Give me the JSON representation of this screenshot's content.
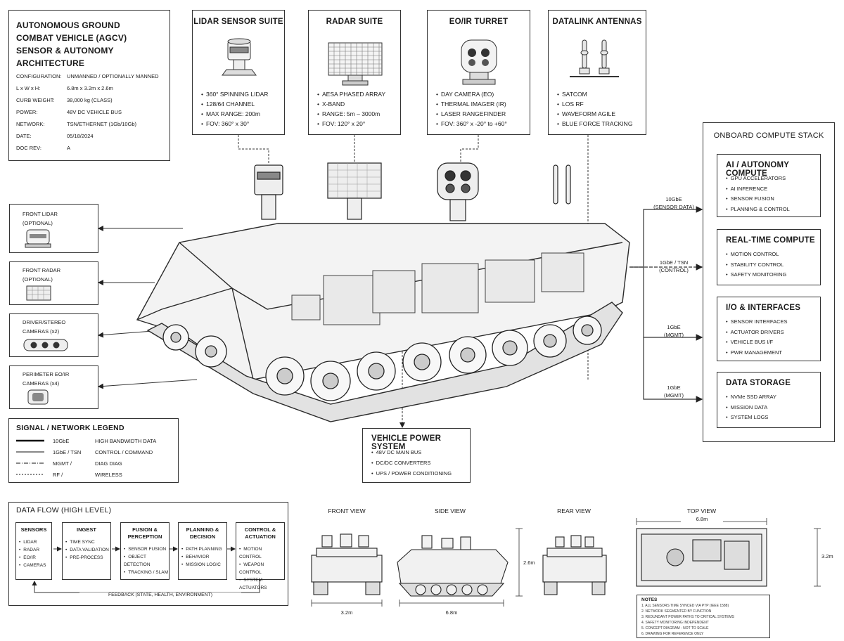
{
  "title": {
    "lines": [
      "AUTONOMOUS GROUND",
      "COMBAT VEHICLE (AGCV)",
      "SENSOR & AUTONOMY ARCHITECTURE"
    ],
    "specs": [
      {
        "k": "CONFIGURATION:",
        "v": "UNMANNED / OPTIONALLY MANNED"
      },
      {
        "k": "L x W x H:",
        "v": "6.8m x 3.2m x 2.6m"
      },
      {
        "k": "CURB WEIGHT:",
        "v": "38,000 kg (CLASS)"
      },
      {
        "k": "POWER:",
        "v": "48V DC VEHICLE BUS"
      },
      {
        "k": "NETWORK:",
        "v": "TSN/ETHERNET (1Gb/10Gb)"
      },
      {
        "k": "DATE:",
        "v": "05/18/2024"
      },
      {
        "k": "DOC REV:",
        "v": "A"
      }
    ]
  },
  "top_sensors": [
    {
      "title": "LIDAR SENSOR SUITE",
      "items": [
        "360° SPINNING LIDAR",
        "128/64 CHANNEL",
        "MAX RANGE: 200m",
        "FOV: 360° x 30°"
      ]
    },
    {
      "title": "RADAR SUITE",
      "items": [
        "AESA PHASED ARRAY",
        "X-BAND",
        "RANGE: 5m – 3000m",
        "FOV: 120° x 20°"
      ]
    },
    {
      "title": "EO/IR TURRET",
      "items": [
        "DAY CAMERA (EO)",
        "THERMAL IMAGER (IR)",
        "LASER RANGEFINDER",
        "FOV: 360° x -20° to +60°"
      ]
    },
    {
      "title": "DATALINK ANTENNAS",
      "items": [
        "SATCOM",
        "LOS RF",
        "WAVEFORM AGILE",
        "BLUE FORCE TRACKING"
      ]
    }
  ],
  "left_sensors": [
    {
      "label": "FRONT LIDAR\n(OPTIONAL)"
    },
    {
      "label": "FRONT RADAR\n(OPTIONAL)"
    },
    {
      "label": "DRIVER/STEREO\nCAMERAS (x2)"
    },
    {
      "label": "PERIMETER EO/IR\nCAMERAS (x4)"
    }
  ],
  "compute": {
    "title": "ONBOARD COMPUTE STACK",
    "sections": [
      {
        "title": "AI / AUTONOMY COMPUTE",
        "items": [
          "GPU ACCELERATORS",
          "AI INFERENCE",
          "SENSOR FUSION",
          "PLANNING & CONTROL"
        ]
      },
      {
        "title": "REAL-TIME COMPUTE",
        "items": [
          "MOTION CONTROL",
          "STABILITY CONTROL",
          "SAFETY MONITORING"
        ]
      },
      {
        "title": "I/O & INTERFACES",
        "items": [
          "SENSOR INTERFACES",
          "ACTUATOR DRIVERS",
          "VEHICLE BUS I/F",
          "PWR MANAGEMENT"
        ]
      },
      {
        "title": "DATA STORAGE",
        "items": [
          "NVMe SSD ARRAY",
          "MISSION DATA",
          "SYSTEM LOGS"
        ]
      }
    ]
  },
  "links": [
    {
      "line1": "10GbE",
      "line2": "(SENSOR DATA)"
    },
    {
      "line1": "1GbE / TSN",
      "line2": "(CONTROL)"
    },
    {
      "line1": "1GbE",
      "line2": "(MGMT)"
    },
    {
      "line1": "1GbE",
      "line2": "(MGMT)"
    }
  ],
  "legend": {
    "title": "SIGNAL / NETWORK LEGEND",
    "rows": [
      {
        "type": "10GbE",
        "desc": "HIGH BANDWIDTH DATA"
      },
      {
        "type": "1GbE / TSN",
        "desc": "CONTROL / COMMAND"
      },
      {
        "type": "MGMT /",
        "desc": "DIAG DIAG"
      },
      {
        "type": "RF /",
        "desc": "WIRELESS"
      }
    ]
  },
  "power": {
    "title": "VEHICLE POWER SYSTEM",
    "items": [
      "48V DC MAIN BUS",
      "DC/DC CONVERTERS",
      "UPS / POWER CONDITIONING"
    ]
  },
  "dataflow": {
    "title": "DATA FLOW (HIGH LEVEL)",
    "stages": [
      {
        "title": "SENSORS",
        "items": [
          "LIDAR",
          "RADAR",
          "EO/IR",
          "CAMERAS"
        ]
      },
      {
        "title": "INGEST",
        "items": [
          "TIME SYNC",
          "DATA VALIDATION",
          "PRE-PROCESS"
        ]
      },
      {
        "title": "FUSION &\nPERCEPTION",
        "items": [
          "SENSOR FUSION",
          "OBJECT DETECTION",
          "TRACKING / SLAM"
        ]
      },
      {
        "title": "PLANNING &\nDECISION",
        "items": [
          "PATH PLANNING",
          "BEHAVIOR",
          "MISSION LOGIC"
        ]
      },
      {
        "title": "CONTROL &\nACTUATION",
        "items": [
          "MOTION CONTROL",
          "WEAPON CONTROL",
          "SYSTEM ACTUATORS"
        ]
      }
    ],
    "feedback": "FEEDBACK (STATE, HEALTH, ENVIRONMENT)"
  },
  "views": {
    "front": {
      "label": "FRONT VIEW",
      "dim": "3.2m"
    },
    "side": {
      "label": "SIDE VIEW",
      "dim": "6.8m",
      "hdim": "2.6m"
    },
    "rear": {
      "label": "REAR VIEW"
    },
    "top": {
      "label": "TOP VIEW",
      "dim": "6.8m",
      "wdim": "3.2m"
    }
  },
  "notes": {
    "title": "NOTES",
    "lines": [
      "1. ALL SENSORS TIME SYNCED VIA PTP (IEEE 1588)",
      "2. NETWORK SEGMENTED BY FUNCTION",
      "3. REDUNDANT POWER PATHS TO CRITICAL SYSTEMS",
      "4. SAFETY MONITORING INDEPENDENT",
      "5. CONCEPT DIAGRAM - NOT TO SCALE",
      "6. DRAWING FOR REFERENCE ONLY"
    ]
  }
}
